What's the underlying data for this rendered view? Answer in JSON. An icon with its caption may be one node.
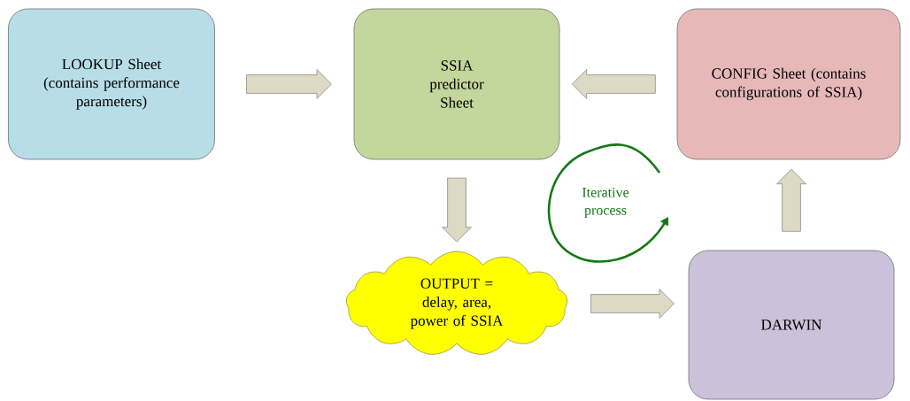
{
  "diagram": {
    "nodes": [
      {
        "text": [
          "LOOKUP Sheet (contains performance parameters)"
        ]
      },
      {
        "text": [
          "SSIA predictor Sheet"
        ]
      },
      {
        "text": [
          "CONFIG Sheet (contains configurations of SSIA)"
        ]
      },
      {
        "text": [
          "OUTPUT = delay, area, power of SSIA"
        ]
      },
      {
        "text": [
          "DARWIN"
        ]
      }
    ],
    "edges": [
      {
        "from": 0,
        "to": 1,
        "arrow": "to"
      },
      {
        "from": 2,
        "to": 1,
        "arrow": "to"
      },
      {
        "from": 1,
        "to": 3,
        "arrow": "to"
      },
      {
        "from": 3,
        "to": 4,
        "arrow": "to"
      },
      {
        "from": 4,
        "to": 2,
        "arrow": "to"
      }
    ],
    "labels": [
      "Iterative process"
    ]
  }
}
